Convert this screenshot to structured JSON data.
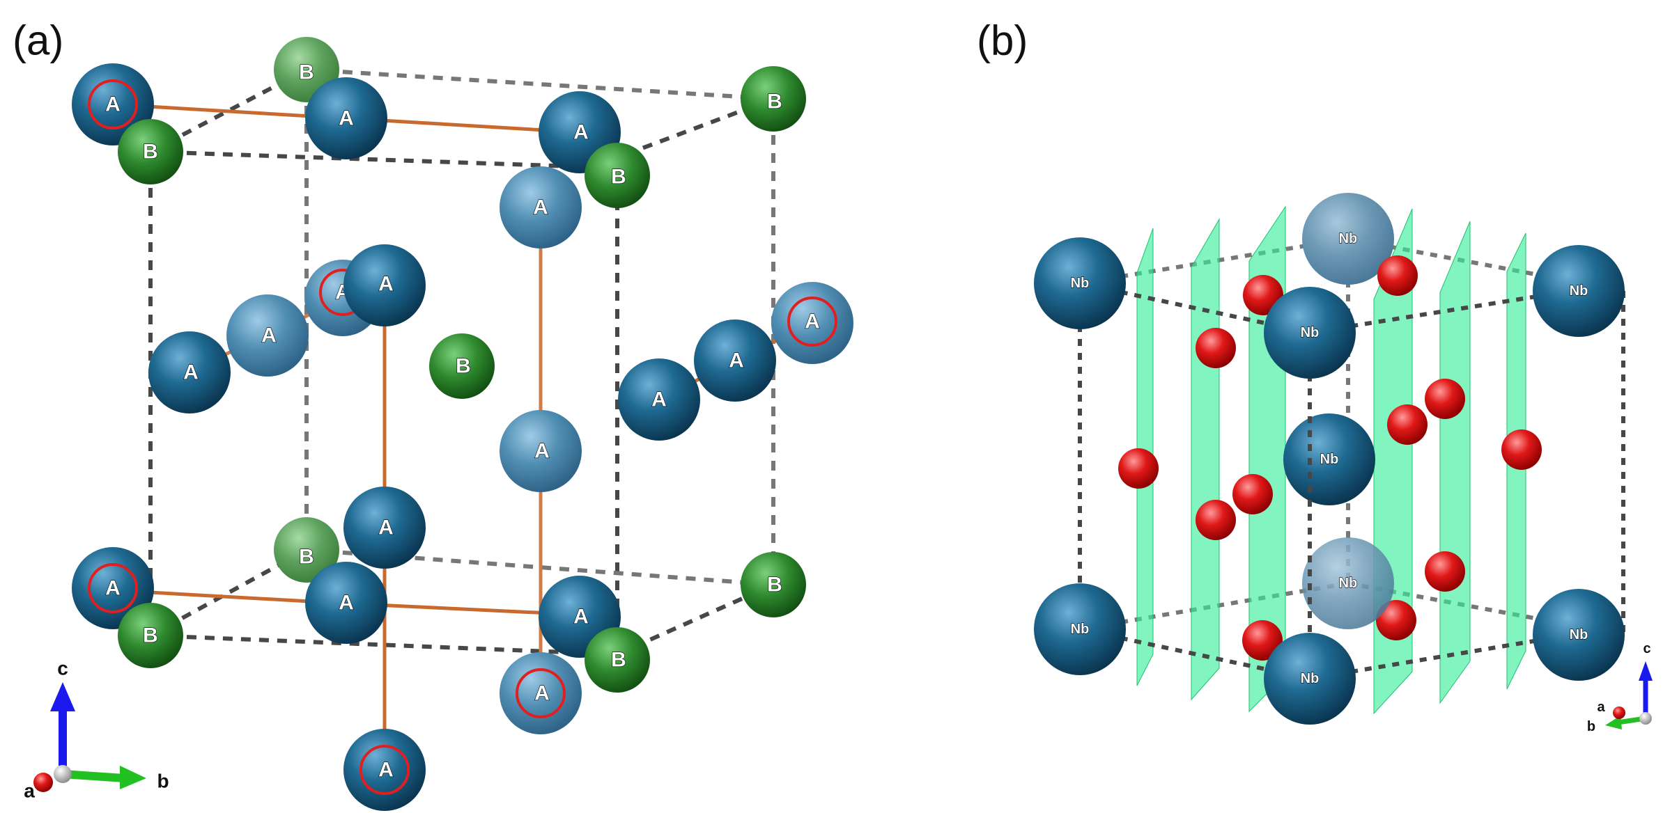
{
  "panels": [
    {
      "id": "a",
      "label": "(a)",
      "axes": {
        "c": "c",
        "a": "a",
        "b": "b"
      },
      "site_labels": {
        "A": "A",
        "B": "B"
      },
      "colors": {
        "A_dark": "#0d4a69",
        "A_light": "#4a8ab0",
        "B_dark": "#1d6e1d",
        "B_light": "#5ea35e",
        "bond": "#c8692e",
        "marker_ring": "#e02020",
        "cell_edge": "#444444"
      }
    },
    {
      "id": "b",
      "label": "(b)",
      "axes": {
        "c": "c",
        "a": "a",
        "b": "b"
      },
      "site_labels": {
        "Nb": "Nb"
      },
      "colors": {
        "Nb": "#0d4a69",
        "O": "#e01010",
        "plane": "#33ee99",
        "cell_edge": "#444444"
      }
    }
  ]
}
